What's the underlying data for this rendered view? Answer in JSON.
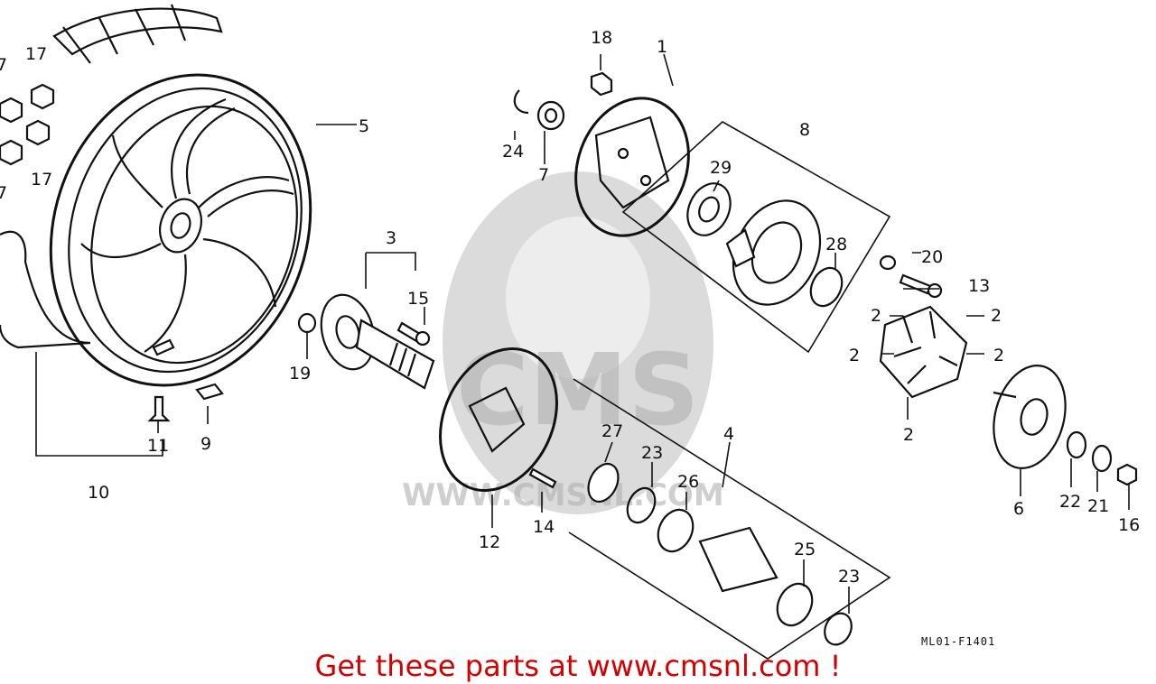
{
  "diagram_code": "ML01-F1401",
  "footer_text": "Get these parts at www.cmsnl.com !",
  "watermark": {
    "text": "CMS",
    "url": "WWW.CMSNL.COM"
  },
  "labels": {
    "l1": "1",
    "l2a": "2",
    "l2b": "2",
    "l2c": "2",
    "l2d": "2",
    "l2e": "2",
    "l3": "3",
    "l4": "4",
    "l5": "5",
    "l6": "6",
    "l7a": "7",
    "l7b": "7",
    "l7c": "7",
    "l8": "8",
    "l9": "9",
    "l10": "10",
    "l11": "11",
    "l12": "12",
    "l13": "13",
    "l14": "14",
    "l15": "15",
    "l16": "16",
    "l17a": "17",
    "l17b": "17",
    "l18": "18",
    "l19": "19",
    "l20": "20",
    "l21": "21",
    "l22": "22",
    "l23a": "23",
    "l23b": "23",
    "l24": "24",
    "l25": "25",
    "l26": "26",
    "l27": "27",
    "l28": "28",
    "l29": "29"
  },
  "colors": {
    "footer": "#d40000",
    "line": "#111111",
    "watermark": "#bdbdbd"
  }
}
